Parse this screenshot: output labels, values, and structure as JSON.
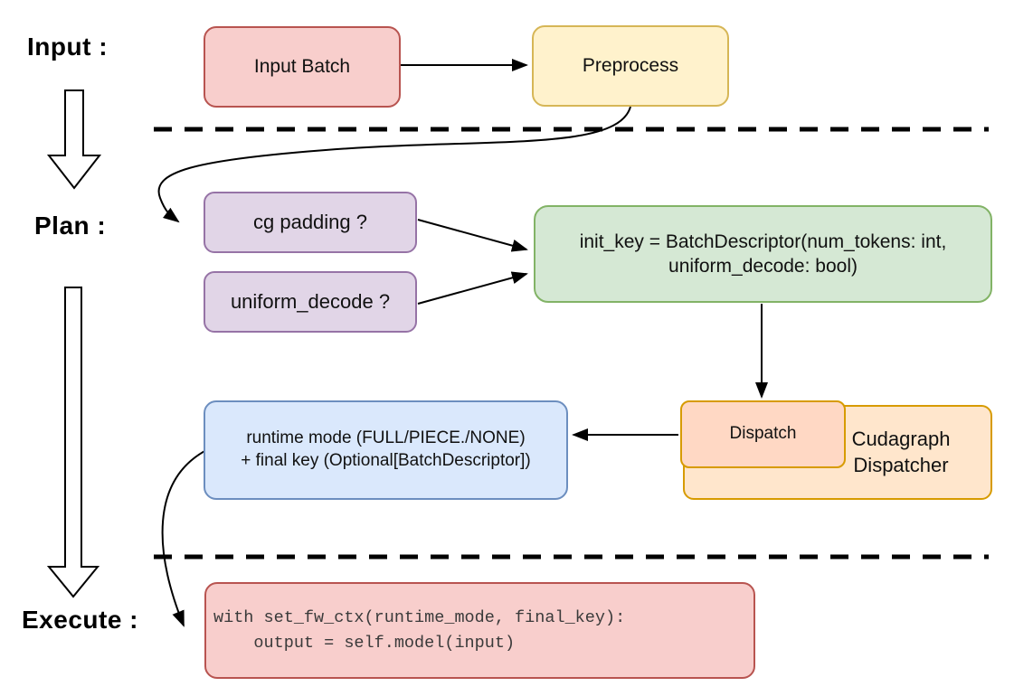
{
  "stages": {
    "input_label": "Input :",
    "plan_label": "Plan :",
    "execute_label": "Execute :"
  },
  "nodes": {
    "input_batch": {
      "label": "Input Batch"
    },
    "preprocess": {
      "label": "Preprocess"
    },
    "cg_padding": {
      "label": "cg padding ?"
    },
    "uniform_decode": {
      "label": "uniform_decode ?"
    },
    "init_key": {
      "line1": "init_key = BatchDescriptor(num_tokens: int,",
      "line2": "uniform_decode: bool)"
    },
    "dispatch": {
      "label": "Dispatch"
    },
    "cudagraph_dispatcher": {
      "line1": "Cudagraph",
      "line2": "Dispatcher"
    },
    "runtime_mode": {
      "line1": "runtime mode (FULL/PIECE./NONE)",
      "line2": "+ final key (Optional[BatchDescriptor])"
    },
    "execute_code": {
      "line1": "with set_fw_ctx(runtime_mode, final_key):",
      "line2": "    output = self.model(input)"
    }
  },
  "palette": {
    "red_fill": "#f8cecc",
    "red_stroke": "#b85450",
    "yellow_fill": "#fff2cc",
    "yellow_stroke": "#d6b656",
    "purple_fill": "#e1d5e7",
    "purple_stroke": "#9673a6",
    "green_fill": "#d5e8d4",
    "green_stroke": "#82b366",
    "orange_fill": "#ffe6cc",
    "orange_inner_fill": "#ffd8c4",
    "orange_stroke": "#d79b00",
    "blue_fill": "#dae8fc",
    "blue_stroke": "#6c8ebf",
    "line_color": "#000000"
  }
}
